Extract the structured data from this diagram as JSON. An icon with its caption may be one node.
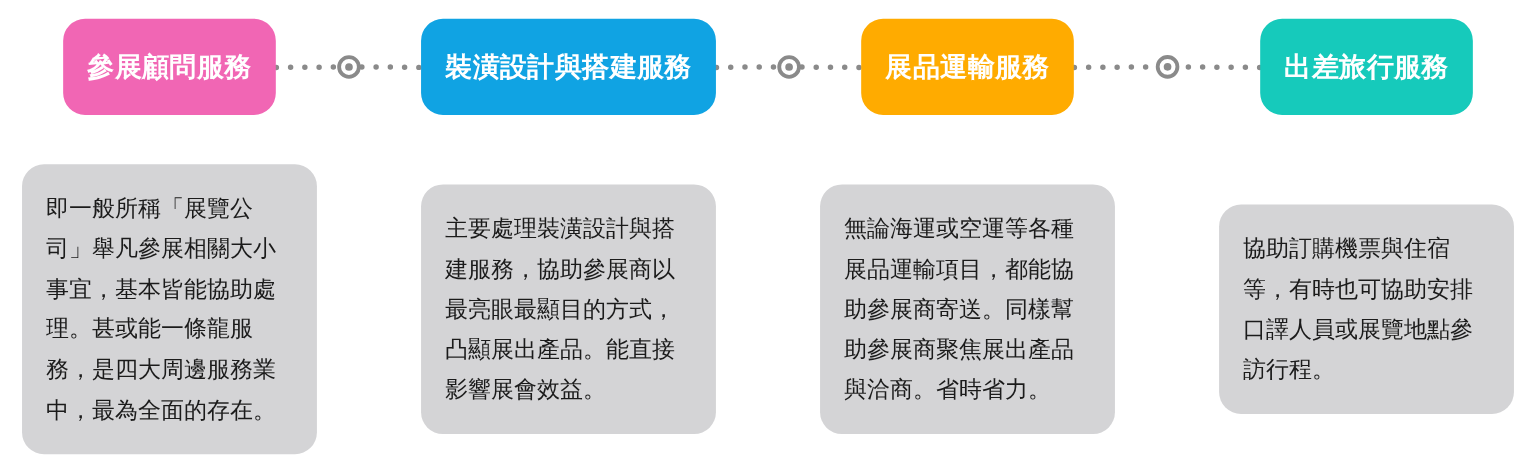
{
  "diagram": {
    "nodes": [
      {
        "text": [
          "參展顧問服務"
        ]
      },
      {
        "text": [
          "裝潢設計與搭建服務"
        ]
      },
      {
        "text": [
          "展品運輸服務"
        ]
      },
      {
        "text": [
          "出差旅行服務"
        ]
      },
      {
        "text": [
          "即一般所稱「展覽公司」舉凡參展相關大小事宜，基本皆能協助處理。甚或能一條龍服務，是四大周邊服務業中，最為全面的存在。"
        ]
      },
      {
        "text": [
          "主要處理裝潢設計與搭建服務，協助參展商以最亮眼最顯目的方式，凸顯展出產品。能直接影響展會效益。"
        ]
      },
      {
        "text": [
          "無論海運或空運等各種展品運輸項目，都能協助參展商寄送。同樣幫助參展商聚焦展出產品與洽商。省時省力。"
        ]
      },
      {
        "text": [
          "協助訂購機票與住宿等，有時也可協助安排口譯人員或展覽地點參訪行程。"
        ]
      }
    ],
    "edges": [
      {
        "from": 0,
        "to": 1,
        "arrow": "none",
        "style": "dashed"
      },
      {
        "from": 1,
        "to": 2,
        "arrow": "none",
        "style": "dashed"
      },
      {
        "from": 2,
        "to": 3,
        "arrow": "none",
        "style": "dashed"
      }
    ]
  }
}
